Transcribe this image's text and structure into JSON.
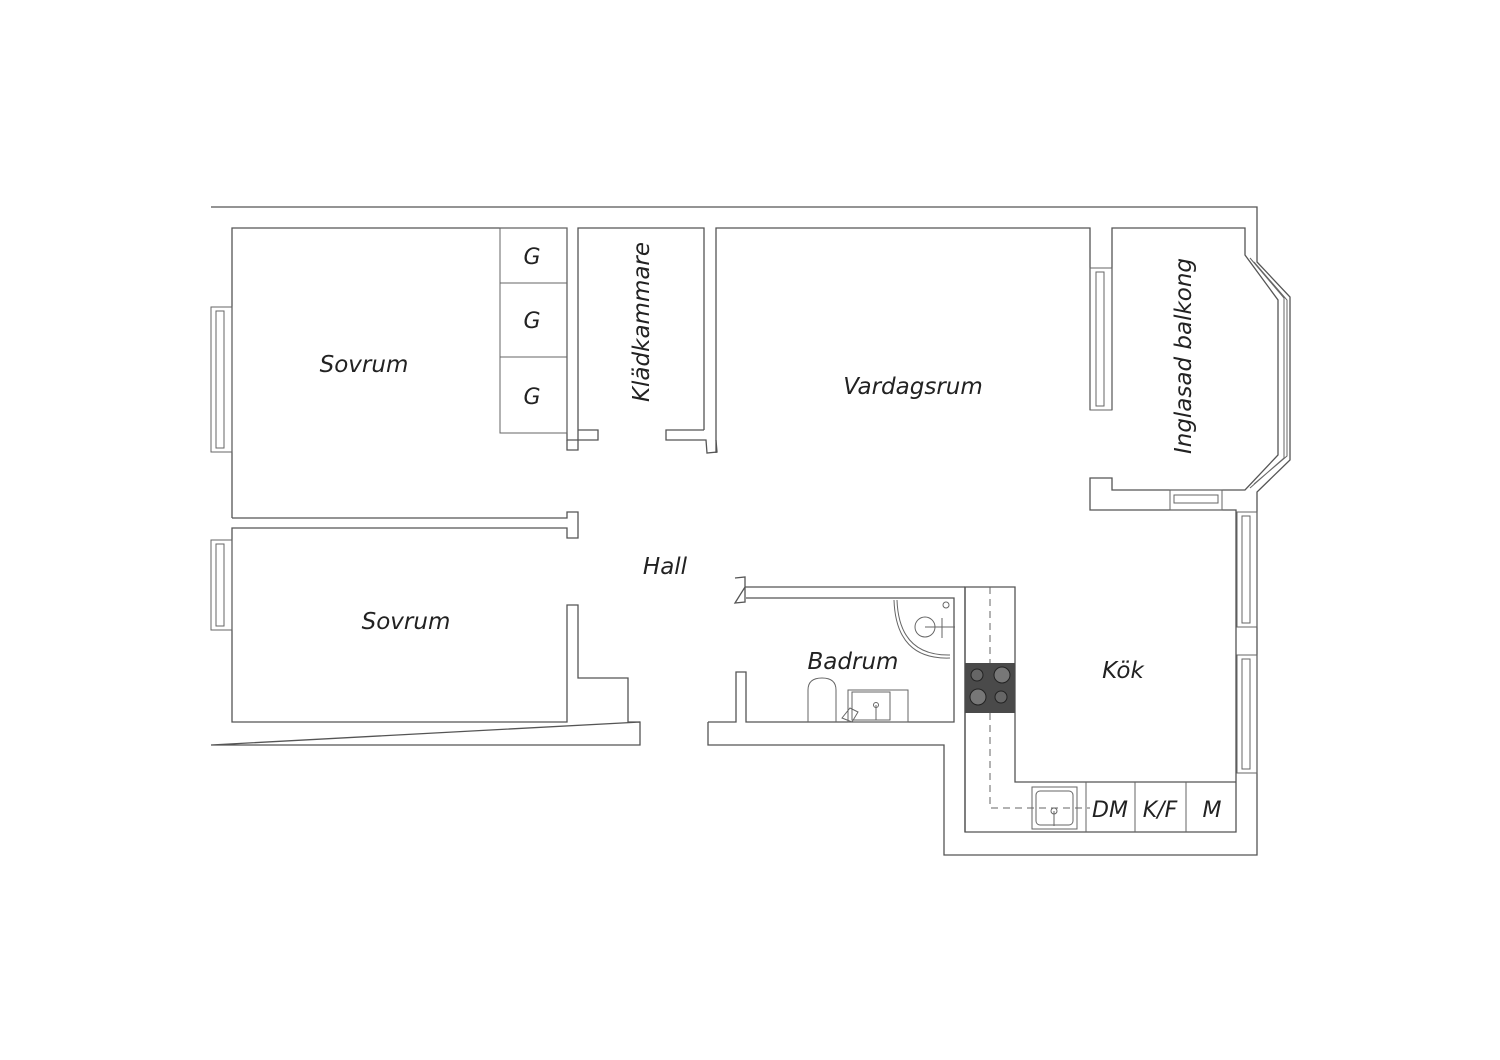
{
  "rooms": {
    "sovrum_1": "Sovrum",
    "sovrum_2": "Sovrum",
    "kladkammare": "Klädkammare",
    "vardagsrum": "Vardagsrum",
    "inglasad_balkong": "Inglasad balkong",
    "hall": "Hall",
    "badrum": "Badrum",
    "kok": "Kök"
  },
  "closets": [
    "G",
    "G",
    "G"
  ],
  "kitchen_units": [
    "DM",
    "K/F",
    "M"
  ],
  "colors": {
    "wall": "#555555",
    "stove": "#4a4a4a"
  }
}
